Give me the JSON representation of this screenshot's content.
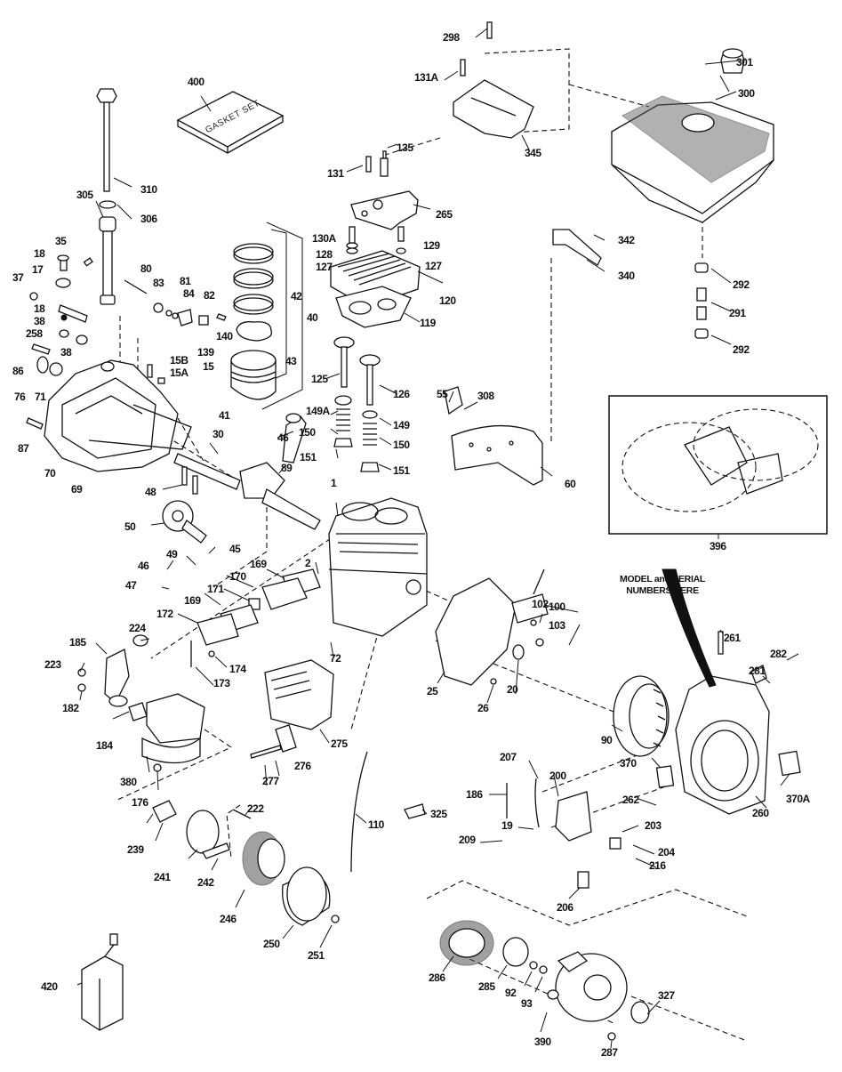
{
  "diagram": {
    "title": "Engine exploded parts diagram",
    "model_serial_note": "MODEL and SERIAL NUMBERS HERE",
    "gasket_set_text": "GASKET SET",
    "parts": [
      {
        "id": "298",
        "component": "screw"
      },
      {
        "id": "131A",
        "component": "screw"
      },
      {
        "id": "345",
        "component": "bracket"
      },
      {
        "id": "301",
        "component": "fuel cap"
      },
      {
        "id": "300",
        "component": "fuel tank assembly"
      },
      {
        "id": "400",
        "component": "gasket set"
      },
      {
        "id": "310",
        "component": "dipstick"
      },
      {
        "id": "305",
        "component": "oil fill tube"
      },
      {
        "id": "306",
        "component": "o-ring"
      },
      {
        "id": "131",
        "component": "screw"
      },
      {
        "id": "135",
        "component": "spark plug"
      },
      {
        "id": "265",
        "component": "shield"
      },
      {
        "id": "130A",
        "component": "screw"
      },
      {
        "id": "129",
        "component": "screw"
      },
      {
        "id": "128",
        "component": "washer"
      },
      {
        "id": "127",
        "component": "washer"
      },
      {
        "id": "127",
        "component": "washer"
      },
      {
        "id": "120",
        "component": "cylinder head"
      },
      {
        "id": "119",
        "component": "head gasket"
      },
      {
        "id": "342",
        "component": "screw"
      },
      {
        "id": "340",
        "component": "bracket"
      },
      {
        "id": "292",
        "component": "clamp"
      },
      {
        "id": "291",
        "component": "fuel line"
      },
      {
        "id": "292",
        "component": "clamp"
      },
      {
        "id": "35",
        "component": "screw"
      },
      {
        "id": "18",
        "component": "screw"
      },
      {
        "id": "17",
        "component": "lever"
      },
      {
        "id": "37",
        "component": "nut"
      },
      {
        "id": "18",
        "component": "washer"
      },
      {
        "id": "38",
        "component": "washer"
      },
      {
        "id": "258",
        "component": "nut"
      },
      {
        "id": "38",
        "component": "seal"
      },
      {
        "id": "86",
        "component": "screw"
      },
      {
        "id": "76",
        "component": "bushing"
      },
      {
        "id": "71",
        "component": "plug"
      },
      {
        "id": "87",
        "component": "screw"
      },
      {
        "id": "70",
        "component": "mounting flange"
      },
      {
        "id": "69",
        "component": "gasket"
      },
      {
        "id": "80",
        "component": "shaft"
      },
      {
        "id": "83",
        "component": "gear"
      },
      {
        "id": "81",
        "component": "washer"
      },
      {
        "id": "84",
        "component": "washer"
      },
      {
        "id": "82",
        "component": "gear"
      },
      {
        "id": "139",
        "component": "lever"
      },
      {
        "id": "140",
        "component": "screw"
      },
      {
        "id": "15B",
        "component": "screw"
      },
      {
        "id": "15A",
        "component": "pin"
      },
      {
        "id": "15",
        "component": "kit"
      },
      {
        "id": "42",
        "component": "piston ring set"
      },
      {
        "id": "40",
        "component": "piston assembly"
      },
      {
        "id": "43",
        "component": "retaining ring"
      },
      {
        "id": "41",
        "component": "piston & pin"
      },
      {
        "id": "125",
        "component": "valve"
      },
      {
        "id": "126",
        "component": "valve"
      },
      {
        "id": "149A",
        "component": "spring cap"
      },
      {
        "id": "149",
        "component": "spring cap"
      },
      {
        "id": "150",
        "component": "valve spring"
      },
      {
        "id": "150",
        "component": "valve spring"
      },
      {
        "id": "151",
        "component": "retainer"
      },
      {
        "id": "151",
        "component": "retainer"
      },
      {
        "id": "55",
        "component": "screw"
      },
      {
        "id": "308",
        "component": "bracket"
      },
      {
        "id": "60",
        "component": "shroud"
      },
      {
        "id": "396",
        "component": "wiring kit"
      },
      {
        "id": "30",
        "component": "crankshaft"
      },
      {
        "id": "46",
        "component": "connecting rod"
      },
      {
        "id": "89",
        "component": "key"
      },
      {
        "id": "48",
        "component": "tappet"
      },
      {
        "id": "50",
        "component": "camshaft"
      },
      {
        "id": "1",
        "component": "cylinder block"
      },
      {
        "id": "45",
        "component": "lock"
      },
      {
        "id": "49",
        "component": "screw"
      },
      {
        "id": "46",
        "component": "screw"
      },
      {
        "id": "47",
        "component": "screw"
      },
      {
        "id": "2",
        "component": "dowel pin"
      },
      {
        "id": "169",
        "component": "gasket"
      },
      {
        "id": "170",
        "component": "plate"
      },
      {
        "id": "171",
        "component": "breather element"
      },
      {
        "id": "169",
        "component": "gasket"
      },
      {
        "id": "172",
        "component": "cover"
      },
      {
        "id": "174",
        "component": "screw"
      },
      {
        "id": "173",
        "component": "tube"
      },
      {
        "id": "72",
        "component": "screw"
      },
      {
        "id": "224",
        "component": "gasket"
      },
      {
        "id": "185",
        "component": "intake pipe"
      },
      {
        "id": "223",
        "component": "screw"
      },
      {
        "id": "182",
        "component": "screw"
      },
      {
        "id": "184",
        "component": "gasket"
      },
      {
        "id": "380",
        "component": "carburetor"
      },
      {
        "id": "176",
        "component": "nut"
      },
      {
        "id": "275",
        "component": "muffler"
      },
      {
        "id": "276",
        "component": "bracket"
      },
      {
        "id": "277",
        "component": "screw"
      },
      {
        "id": "102",
        "component": "screw"
      },
      {
        "id": "100",
        "component": "ignition module"
      },
      {
        "id": "103",
        "component": "screw"
      },
      {
        "id": "25",
        "component": "backplate"
      },
      {
        "id": "26",
        "component": "screw"
      },
      {
        "id": "20",
        "component": "seal"
      },
      {
        "id": "90",
        "component": "flywheel"
      },
      {
        "id": "261",
        "component": "screw"
      },
      {
        "id": "282",
        "component": "screw"
      },
      {
        "id": "281",
        "component": "bracket"
      },
      {
        "id": "370",
        "component": "label"
      },
      {
        "id": "260",
        "component": "blower housing"
      },
      {
        "id": "370A",
        "component": "label"
      },
      {
        "id": "207",
        "component": "link"
      },
      {
        "id": "200",
        "component": "control bracket"
      },
      {
        "id": "186",
        "component": "governor rod"
      },
      {
        "id": "19",
        "component": "clip"
      },
      {
        "id": "209",
        "component": "screw"
      },
      {
        "id": "262",
        "component": "screw"
      },
      {
        "id": "203",
        "component": "screw"
      },
      {
        "id": "204",
        "component": "nut"
      },
      {
        "id": "216",
        "component": "spring"
      },
      {
        "id": "206",
        "component": "switch"
      },
      {
        "id": "325",
        "component": "clip"
      },
      {
        "id": "110",
        "component": "ground wire"
      },
      {
        "id": "222",
        "component": "screw"
      },
      {
        "id": "239",
        "component": "gasket"
      },
      {
        "id": "241",
        "component": "air cleaner base"
      },
      {
        "id": "242",
        "component": "stud"
      },
      {
        "id": "246",
        "component": "pre-cleaner"
      },
      {
        "id": "250",
        "component": "air cleaner cover"
      },
      {
        "id": "251",
        "component": "nut"
      },
      {
        "id": "286",
        "component": "screen"
      },
      {
        "id": "285",
        "component": "cup"
      },
      {
        "id": "92",
        "component": "washer"
      },
      {
        "id": "93",
        "component": "nut"
      },
      {
        "id": "390",
        "component": "recoil starter"
      },
      {
        "id": "287",
        "component": "nut"
      },
      {
        "id": "327",
        "component": "handle"
      },
      {
        "id": "420",
        "component": "oil"
      }
    ]
  }
}
